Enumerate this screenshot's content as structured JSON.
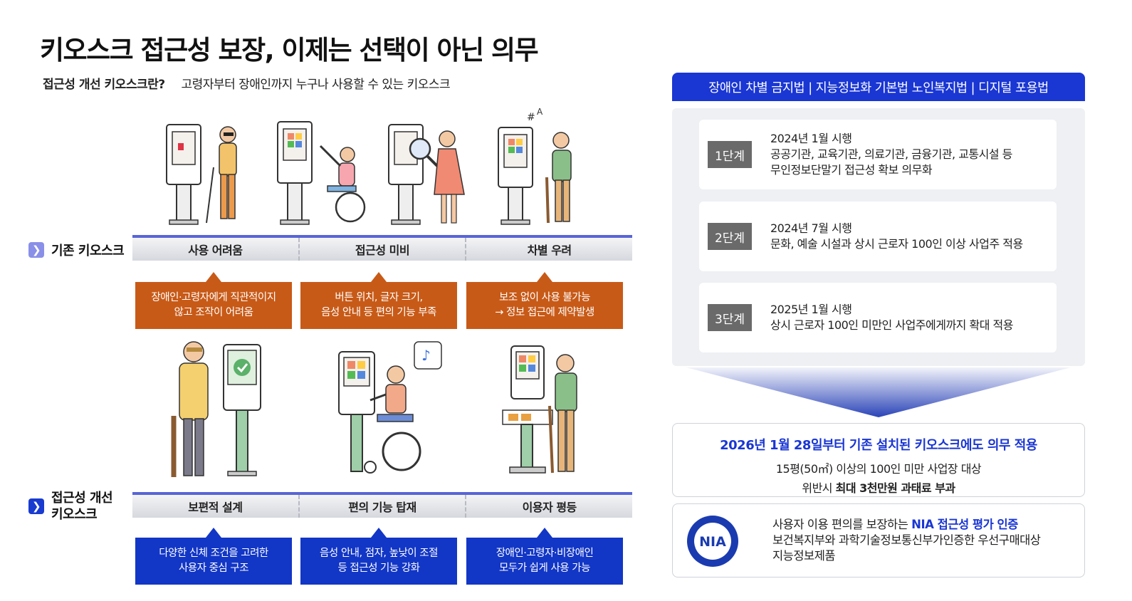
{
  "title": "키오스크 접근성 보장, 이제는 선택이 아닌 의무",
  "subtitle": {
    "label": "접근성 개선 키오스크란?",
    "text": "고령자부터 장애인까지 누구나 사용할 수 있는 키오스크"
  },
  "existing": {
    "label": "기존 키오스크",
    "columns": [
      {
        "header": "사용 어려움",
        "desc1": "장애인·고령자에게 직관적이지",
        "desc2": "않고 조작이 어려움"
      },
      {
        "header": "접근성 미비",
        "desc1": "버튼 위치, 글자 크기,",
        "desc2": "음성 안내 등 편의 기능 부족"
      },
      {
        "header": "차별 우려",
        "desc1": "보조 없이 사용 불가능",
        "desc2": "→ 정보 접근에 제약발생"
      }
    ]
  },
  "improved": {
    "label1": "접근성 개선",
    "label2": "키오스크",
    "columns": [
      {
        "header": "보편적 설계",
        "desc1": "다양한 신체 조건을 고려한",
        "desc2": "사용자 중심 구조"
      },
      {
        "header": "편의 기능 탑재",
        "desc1": "음성 안내, 점자, 높낮이 조절",
        "desc2": "등 접근성 기능 강화"
      },
      {
        "header": "이용자 평등",
        "desc1": "장애인·고령자·비장애인",
        "desc2": "모두가 쉽게 사용 가능"
      }
    ]
  },
  "laws": "장애인 차별 금지법 | 지능정보화 기본법 노인복지법 | 디지털 포용법",
  "phases": [
    {
      "tag": "1단계",
      "l1": "2024년 1월 시행",
      "l2": "공공기관, 교육기관, 의료기관, 금융기관, 교통시설 등",
      "l3": "무인정보단말기 접근성 확보 의무화"
    },
    {
      "tag": "2단계",
      "l1": "2024년 7월 시행",
      "l2": "문화, 예술 시설과 상시 근로자 100인 이상 사업주 적용",
      "l3": ""
    },
    {
      "tag": "3단계",
      "l1": "2025년 1월 시행",
      "l2": "상시 근로자 100인 미만인 사업주에게까지 확대 적용",
      "l3": ""
    }
  ],
  "notice": {
    "headline": "2026년 1월 28일부터 기존 설치된 키오스크에도 의무 적용",
    "line2": "15평(50㎡) 이상의 100인 미만 사업장 대상",
    "line3_pre": "위반시 ",
    "line3_bold": "최대 3천만원 과태료 부과"
  },
  "nia": {
    "logo_text": "NIA",
    "l1_pre": "사용자 이용 편의를 보장하는 ",
    "l1_bold": "NIA 접근성 평가 인증",
    "l2": "보건복지부와 과학기술정보통신부가인증한 우선구매대상",
    "l3": "지능정보제품"
  },
  "colors": {
    "orange": "#c85a17",
    "blue": "#1236c6",
    "header_blue": "#1a36d3",
    "tag_gray": "#6a6a6a"
  }
}
